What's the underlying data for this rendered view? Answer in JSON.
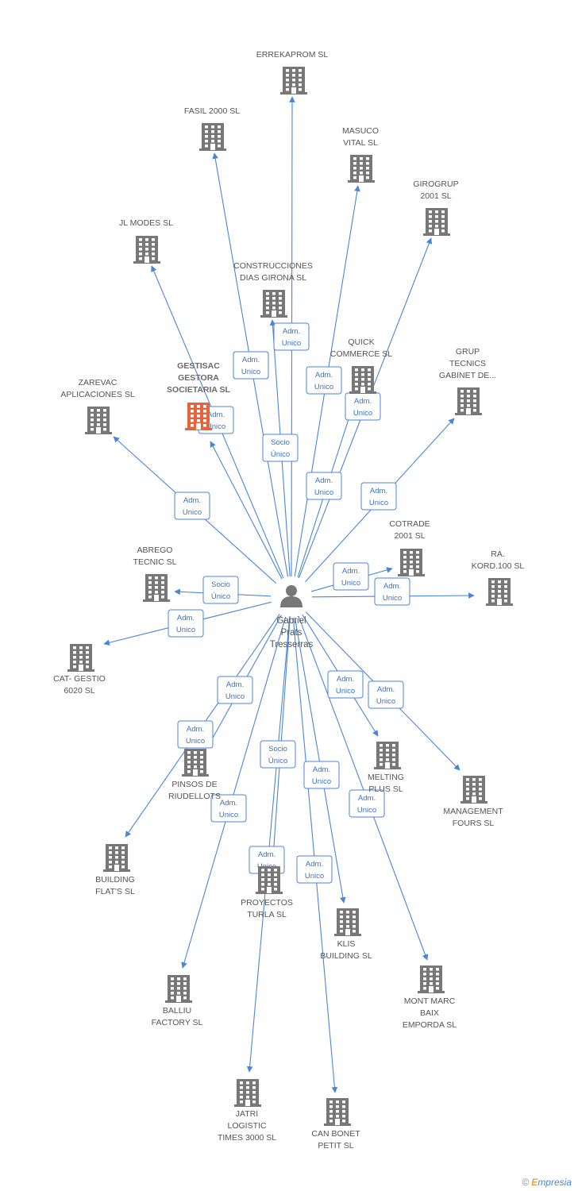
{
  "colors": {
    "edge": "#4a86d8",
    "company_icon": "#777777",
    "main_icon": "#e8623a",
    "person_icon": "#777777"
  },
  "person": {
    "name_lines": [
      "Gabriel",
      "Prats",
      "Tresserras"
    ],
    "icon": "person-icon"
  },
  "companies": [
    {
      "id": "errekaprom",
      "lines": [
        "ERREKAPROM SL"
      ],
      "icon": "building-icon"
    },
    {
      "id": "fasil",
      "lines": [
        "FASIL 2000 SL"
      ],
      "icon": "building-icon"
    },
    {
      "id": "masuco",
      "lines": [
        "MASUCO",
        "VITAL SL"
      ],
      "icon": "building-icon"
    },
    {
      "id": "girogrup",
      "lines": [
        "GIROGRUP",
        "2001 SL"
      ],
      "icon": "building-icon"
    },
    {
      "id": "jlmodes",
      "lines": [
        "JL MODES  SL"
      ],
      "icon": "building-icon"
    },
    {
      "id": "construcciones",
      "lines": [
        "CONSTRUCCIONES",
        "DIAS GIRONA SL"
      ],
      "icon": "building-icon"
    },
    {
      "id": "quick",
      "lines": [
        "QUICK",
        "COMMERCE SL"
      ],
      "icon": "building-icon"
    },
    {
      "id": "gruptecnics",
      "lines": [
        "GRUP",
        "TECNICS",
        "GABINET DE..."
      ],
      "icon": "building-icon"
    },
    {
      "id": "gestisac",
      "lines": [
        "GESTISAC",
        "GESTORA",
        "SOCIETARIA SL"
      ],
      "icon": "building-icon",
      "main": true
    },
    {
      "id": "zarevac",
      "lines": [
        "ZAREVAC",
        "APLICACIONES SL"
      ],
      "icon": "building-icon"
    },
    {
      "id": "cotrade",
      "lines": [
        "COTRADE",
        "2001 SL"
      ],
      "icon": "building-icon"
    },
    {
      "id": "rakord",
      "lines": [
        "RA.",
        "KORD.100 SL"
      ],
      "icon": "building-icon"
    },
    {
      "id": "abrego",
      "lines": [
        "ABREGO",
        "TECNIC SL"
      ],
      "icon": "building-icon"
    },
    {
      "id": "catgestio",
      "lines": [
        "CAT- GESTIO",
        "6020 SL"
      ],
      "icon": "building-icon"
    },
    {
      "id": "pinsos",
      "lines": [
        "PINSOS DE",
        "RIUDELLOTS"
      ],
      "icon": "building-icon"
    },
    {
      "id": "melting",
      "lines": [
        "MELTING",
        "PLUS SL"
      ],
      "icon": "building-icon"
    },
    {
      "id": "management",
      "lines": [
        "MANAGEMENT",
        "FOURS SL"
      ],
      "icon": "building-icon"
    },
    {
      "id": "buildingflats",
      "lines": [
        "BUILDING",
        "FLAT'S SL"
      ],
      "icon": "building-icon"
    },
    {
      "id": "proyectos",
      "lines": [
        "PROYECTOS",
        "TURLA SL"
      ],
      "icon": "building-icon"
    },
    {
      "id": "klis",
      "lines": [
        "KLIS",
        "BUILDING SL"
      ],
      "icon": "building-icon"
    },
    {
      "id": "montmarc",
      "lines": [
        "MONT MARC",
        "BAIX",
        "EMPORDA SL"
      ],
      "icon": "building-icon"
    },
    {
      "id": "balliu",
      "lines": [
        "BALLIU",
        "FACTORY SL"
      ],
      "icon": "building-icon"
    },
    {
      "id": "jatri",
      "lines": [
        "JATRI",
        "LOGISTIC",
        "TIMES 3000  SL"
      ],
      "icon": "building-icon"
    },
    {
      "id": "canbonet",
      "lines": [
        "CAN BONET",
        "PETIT SL"
      ],
      "icon": "building-icon"
    }
  ],
  "edges": [
    {
      "to": "errekaprom",
      "role": [
        "Adm.",
        "Unico"
      ]
    },
    {
      "to": "fasil",
      "role": [
        "Adm.",
        "Unico"
      ]
    },
    {
      "to": "masuco",
      "role": [
        "Adm.",
        "Unico"
      ]
    },
    {
      "to": "girogrup",
      "role": [
        "Adm.",
        "Unico"
      ]
    },
    {
      "to": "jlmodes",
      "role": [
        "Adm.",
        "Unico"
      ]
    },
    {
      "to": "construcciones",
      "role": [
        "Socio",
        "Único"
      ]
    },
    {
      "to": "quick",
      "role": [
        "Adm.",
        "Unico"
      ]
    },
    {
      "to": "gruptecnics",
      "role": [
        "Adm.",
        "Unico"
      ]
    },
    {
      "to": "gestisac",
      "role": [
        "Adm.",
        "Unico"
      ]
    },
    {
      "to": "zarevac",
      "role": [
        "Adm.",
        "Unico"
      ]
    },
    {
      "to": "cotrade",
      "role": [
        "Adm.",
        "Unico"
      ]
    },
    {
      "to": "rakord",
      "role": [
        "Adm.",
        "Unico"
      ]
    },
    {
      "to": "abrego",
      "role": [
        "Socio",
        "Único"
      ]
    },
    {
      "to": "catgestio",
      "role": [
        "Adm.",
        "Unico"
      ]
    },
    {
      "to": "pinsos",
      "role": [
        "Adm.",
        "Unico"
      ]
    },
    {
      "to": "melting",
      "role": [
        "Adm.",
        "Unico"
      ]
    },
    {
      "to": "management",
      "role": [
        "Adm.",
        "Unico"
      ]
    },
    {
      "to": "buildingflats",
      "role": [
        "Adm.",
        "Unico"
      ]
    },
    {
      "to": "proyectos",
      "role": [
        "Socio",
        "Único"
      ]
    },
    {
      "to": "klis",
      "role": [
        "Adm.",
        "Unico"
      ]
    },
    {
      "to": "montmarc",
      "role": [
        "Adm.",
        "Unico"
      ]
    },
    {
      "to": "balliu",
      "role": [
        "Adm.",
        "Unico"
      ]
    },
    {
      "to": "jatri",
      "role": [
        "Adm.",
        "Unico"
      ]
    },
    {
      "to": "canbonet",
      "role": [
        "Adm.",
        "Unico"
      ]
    }
  ],
  "credit": {
    "symbol": "©",
    "brand_initial": "E",
    "brand_rest": "mpresia"
  }
}
